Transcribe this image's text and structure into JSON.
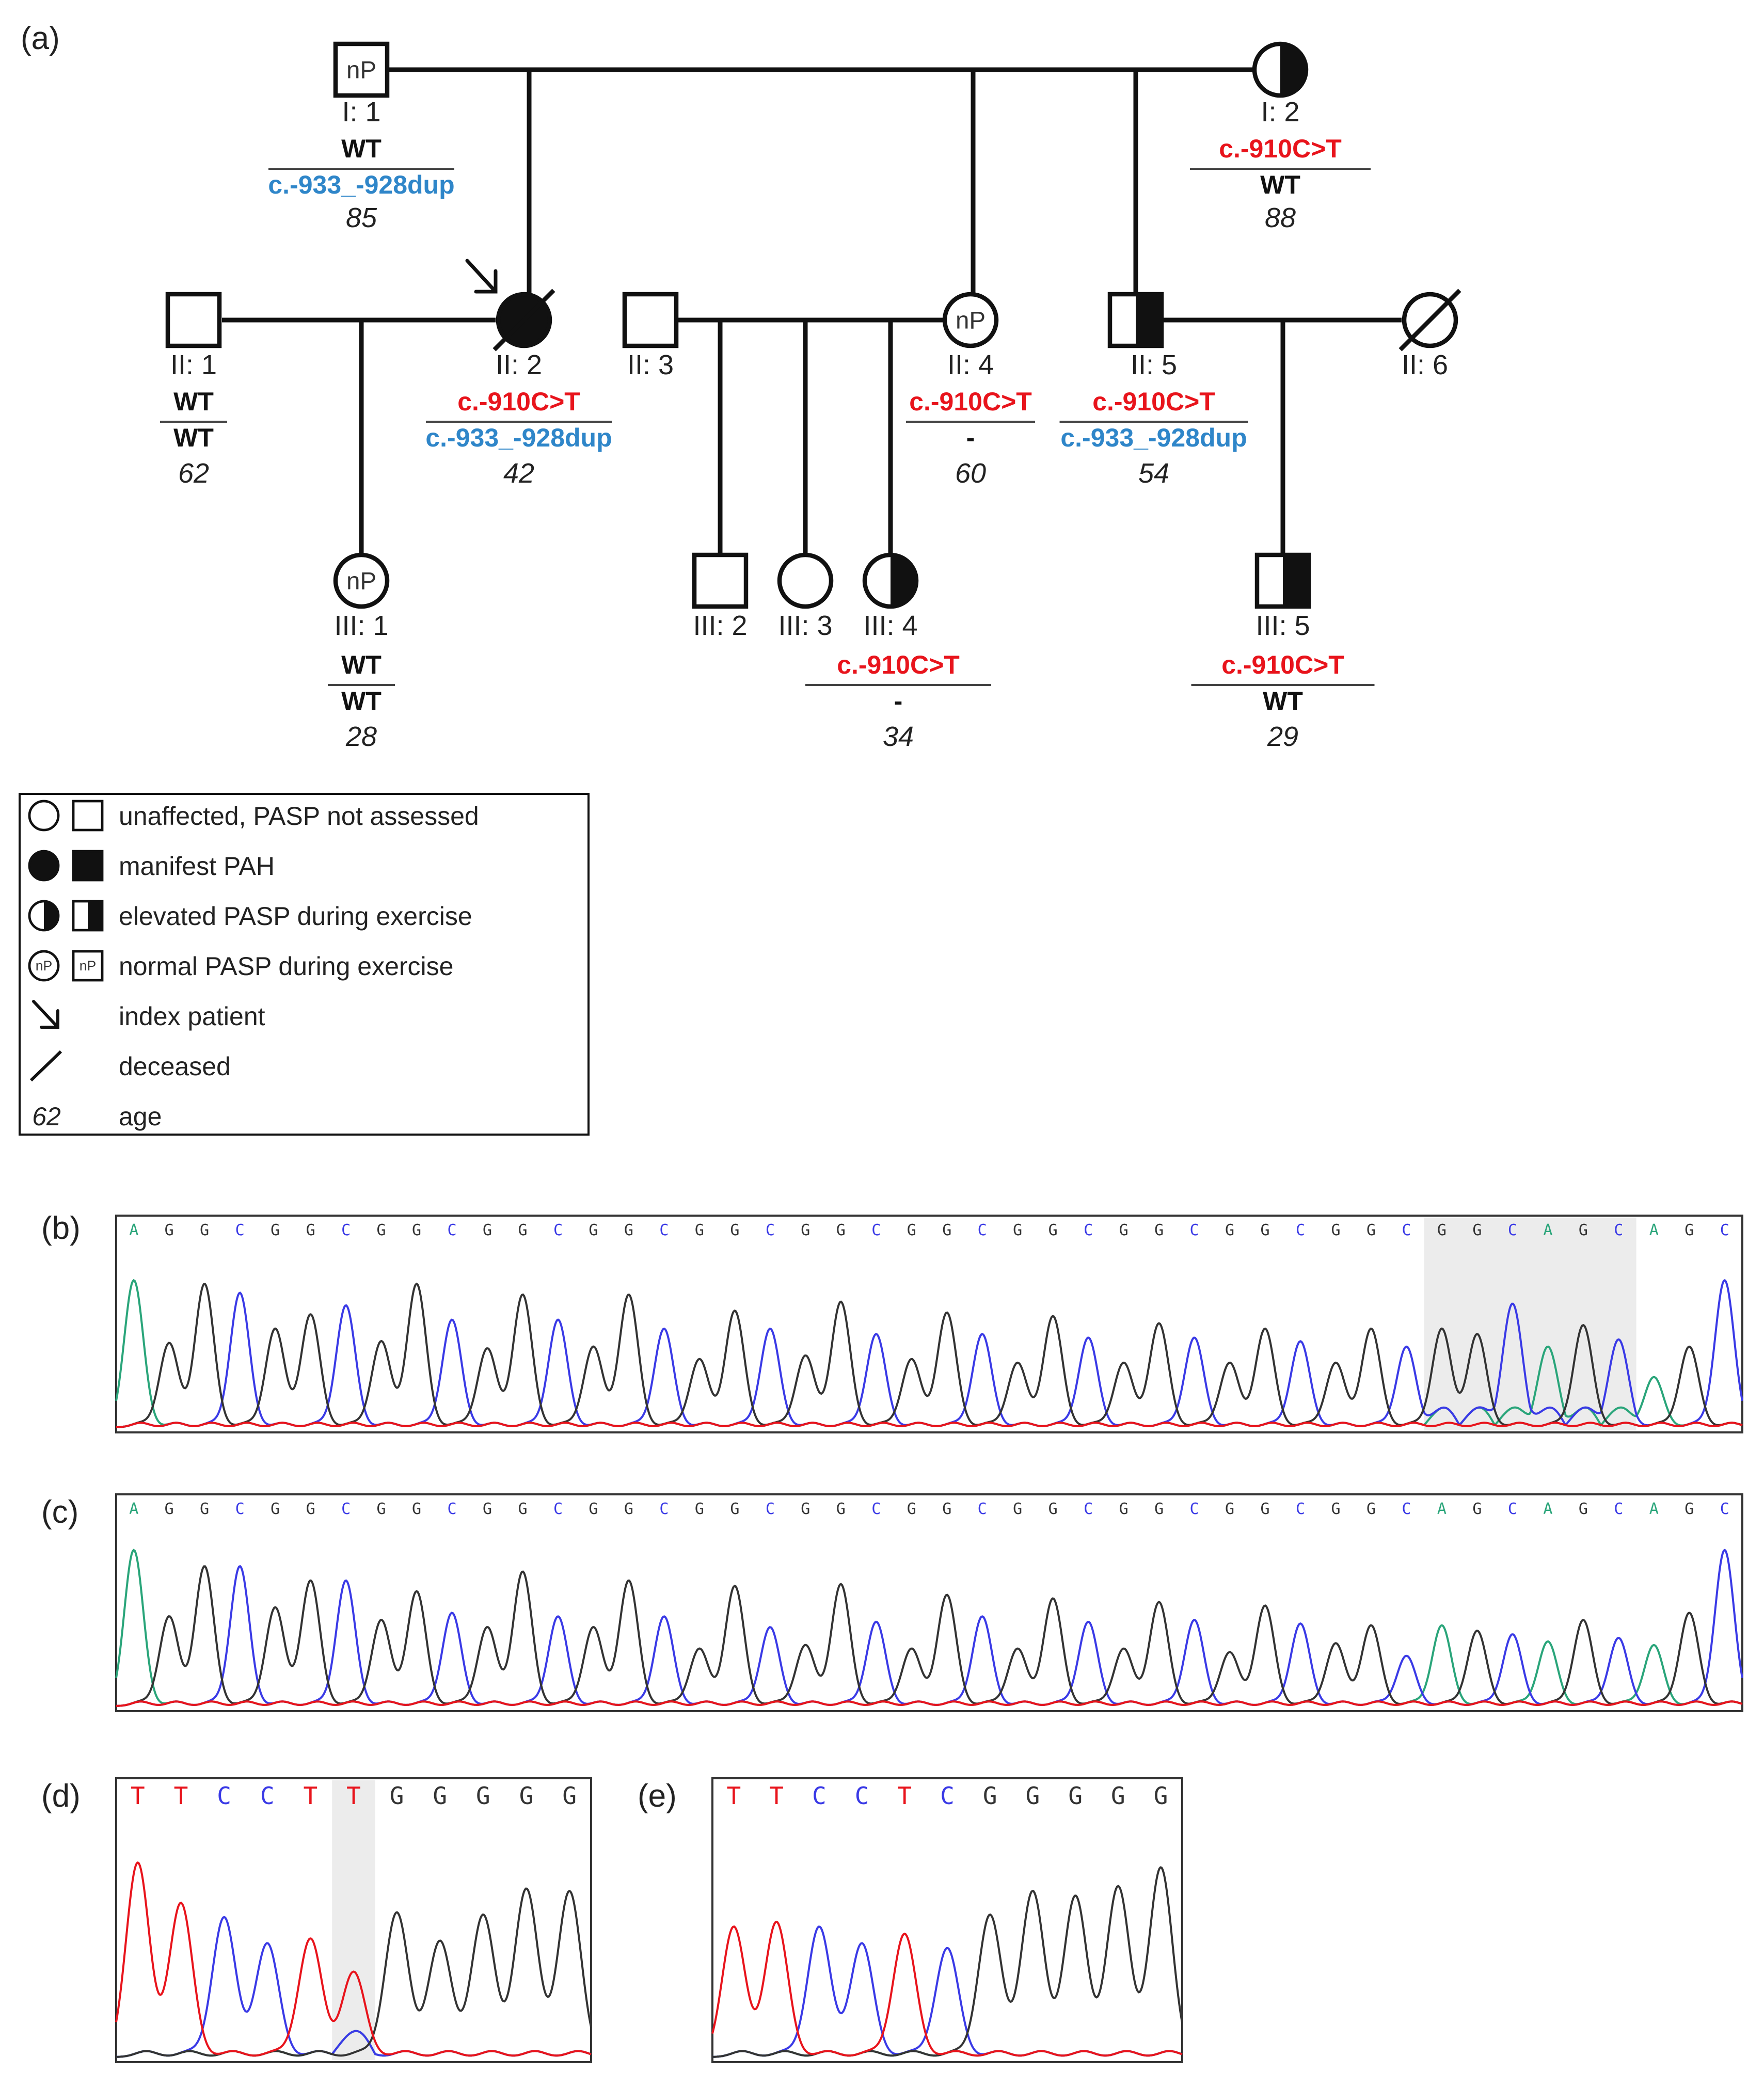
{
  "panel_labels": {
    "a": "(a)",
    "b": "(b)",
    "c": "(c)",
    "d": "(d)",
    "e": "(e)"
  },
  "symbol_mark": "nP",
  "individuals": [
    {
      "key": "I1",
      "id": "I: 1",
      "sex": "m",
      "status": "np",
      "allele1": "WT",
      "allele1_color": "black",
      "allele2": "c.-933_-928dup",
      "allele2_color": "blue",
      "age": "85"
    },
    {
      "key": "I2",
      "id": "I: 2",
      "sex": "f",
      "status": "elevated",
      "allele1": "c.-910C>T",
      "allele1_color": "red",
      "allele2": "WT",
      "allele2_color": "black",
      "age": "88"
    },
    {
      "key": "II1",
      "id": "II: 1",
      "sex": "m",
      "status": "unaffected",
      "allele1": "WT",
      "allele1_color": "black",
      "allele2": "WT",
      "allele2_color": "black",
      "age": "62"
    },
    {
      "key": "II2",
      "id": "II: 2",
      "sex": "f",
      "status": "manifest",
      "deceased": true,
      "index": true,
      "allele1": "c.-910C>T",
      "allele1_color": "red",
      "allele2": "c.-933_-928dup",
      "allele2_color": "blue",
      "age": "42"
    },
    {
      "key": "II3",
      "id": "II: 3",
      "sex": "m",
      "status": "unaffected"
    },
    {
      "key": "II4",
      "id": "II: 4",
      "sex": "f",
      "status": "np",
      "allele1": "c.-910C>T",
      "allele1_color": "red",
      "allele2": "-",
      "allele2_color": "black",
      "age": "60"
    },
    {
      "key": "II5",
      "id": "II: 5",
      "sex": "m",
      "status": "elevated",
      "allele1": "c.-910C>T",
      "allele1_color": "red",
      "allele2": "c.-933_-928dup",
      "allele2_color": "blue",
      "age": "54"
    },
    {
      "key": "II6",
      "id": "II: 6",
      "sex": "f",
      "status": "unaffected",
      "deceased": true
    },
    {
      "key": "III1",
      "id": "III: 1",
      "sex": "f",
      "status": "np",
      "allele1": "WT",
      "allele1_color": "black",
      "allele2": "WT",
      "allele2_color": "black",
      "age": "28"
    },
    {
      "key": "III2",
      "id": "III: 2",
      "sex": "m",
      "status": "unaffected"
    },
    {
      "key": "III3",
      "id": "III: 3",
      "sex": "f",
      "status": "unaffected"
    },
    {
      "key": "III4",
      "id": "III: 4",
      "sex": "f",
      "status": "elevated",
      "allele1": "c.-910C>T",
      "allele1_color": "red",
      "allele2": "-",
      "allele2_color": "black",
      "age": "34"
    },
    {
      "key": "III5",
      "id": "III: 5",
      "sex": "m",
      "status": "elevated",
      "allele1": "c.-910C>T",
      "allele1_color": "red",
      "allele2": "WT",
      "allele2_color": "black",
      "age": "29"
    }
  ],
  "legend": [
    {
      "symbol": "unaffected",
      "text": "unaffected, PASP not assessed"
    },
    {
      "symbol": "manifest",
      "text": "manifest PAH"
    },
    {
      "symbol": "elevated",
      "text": "elevated PASP during exercise"
    },
    {
      "symbol": "np",
      "text": "normal PASP during exercise"
    },
    {
      "symbol": "arrow",
      "text": "index patient"
    },
    {
      "symbol": "slash",
      "text": "deceased"
    },
    {
      "symbol": "age",
      "label": "62",
      "text": "age"
    }
  ],
  "colors": {
    "red": "#e8141c",
    "blue": "#2f86c9",
    "black": "#111111",
    "A": "#2aa57a",
    "C": "#3a3ae6",
    "G": "#333333",
    "T": "#e8141c",
    "highlight": "#ececec"
  },
  "traces": [
    {
      "key": "b",
      "sequence": "AGGCGGCGGCGGCGGCGGCGGCGGCGGCGGCGGCGGCGGCAGCAGC",
      "highlight": [
        37,
        42
      ],
      "heights": [
        0.82,
        0.47,
        0.8,
        0.75,
        0.55,
        0.63,
        0.68,
        0.48,
        0.8,
        0.6,
        0.44,
        0.74,
        0.6,
        0.45,
        0.74,
        0.55,
        0.38,
        0.65,
        0.55,
        0.4,
        0.7,
        0.52,
        0.38,
        0.64,
        0.52,
        0.36,
        0.62,
        0.5,
        0.36,
        0.58,
        0.5,
        0.36,
        0.55,
        0.48,
        0.36,
        0.55,
        0.45,
        0.55,
        0.52,
        0.6,
        0.36,
        0.57,
        0.4,
        0.28,
        0.45
      ]
    },
    {
      "key": "c",
      "sequence": "AGGCGGCGGCGGCGGCGGCGGCGGCGGCGGCGGCGGCAGCAGCAGC",
      "highlight": null,
      "heights": [
        0.87,
        0.5,
        0.78,
        0.78,
        0.55,
        0.7,
        0.7,
        0.48,
        0.64,
        0.52,
        0.44,
        0.75,
        0.5,
        0.44,
        0.7,
        0.5,
        0.32,
        0.67,
        0.44,
        0.34,
        0.68,
        0.47,
        0.32,
        0.62,
        0.5,
        0.32,
        0.6,
        0.47,
        0.32,
        0.58,
        0.48,
        0.3,
        0.56,
        0.46,
        0.35,
        0.45,
        0.28,
        0.45,
        0.42,
        0.4,
        0.36,
        0.48,
        0.38,
        0.34,
        0.52
      ]
    },
    {
      "key": "d",
      "sequence": "TTCCTTGGGGG",
      "highlight": [
        5,
        5
      ],
      "heights": [
        0.82,
        0.65,
        0.59,
        0.48,
        0.5,
        0.36,
        0.61,
        0.49,
        0.6,
        0.71,
        0.7
      ]
    },
    {
      "key": "e",
      "sequence": "TTCCTCGGGGG",
      "highlight": null,
      "heights": [
        0.55,
        0.57,
        0.55,
        0.48,
        0.52,
        0.46,
        0.6,
        0.7,
        0.68,
        0.72,
        0.8
      ]
    }
  ]
}
